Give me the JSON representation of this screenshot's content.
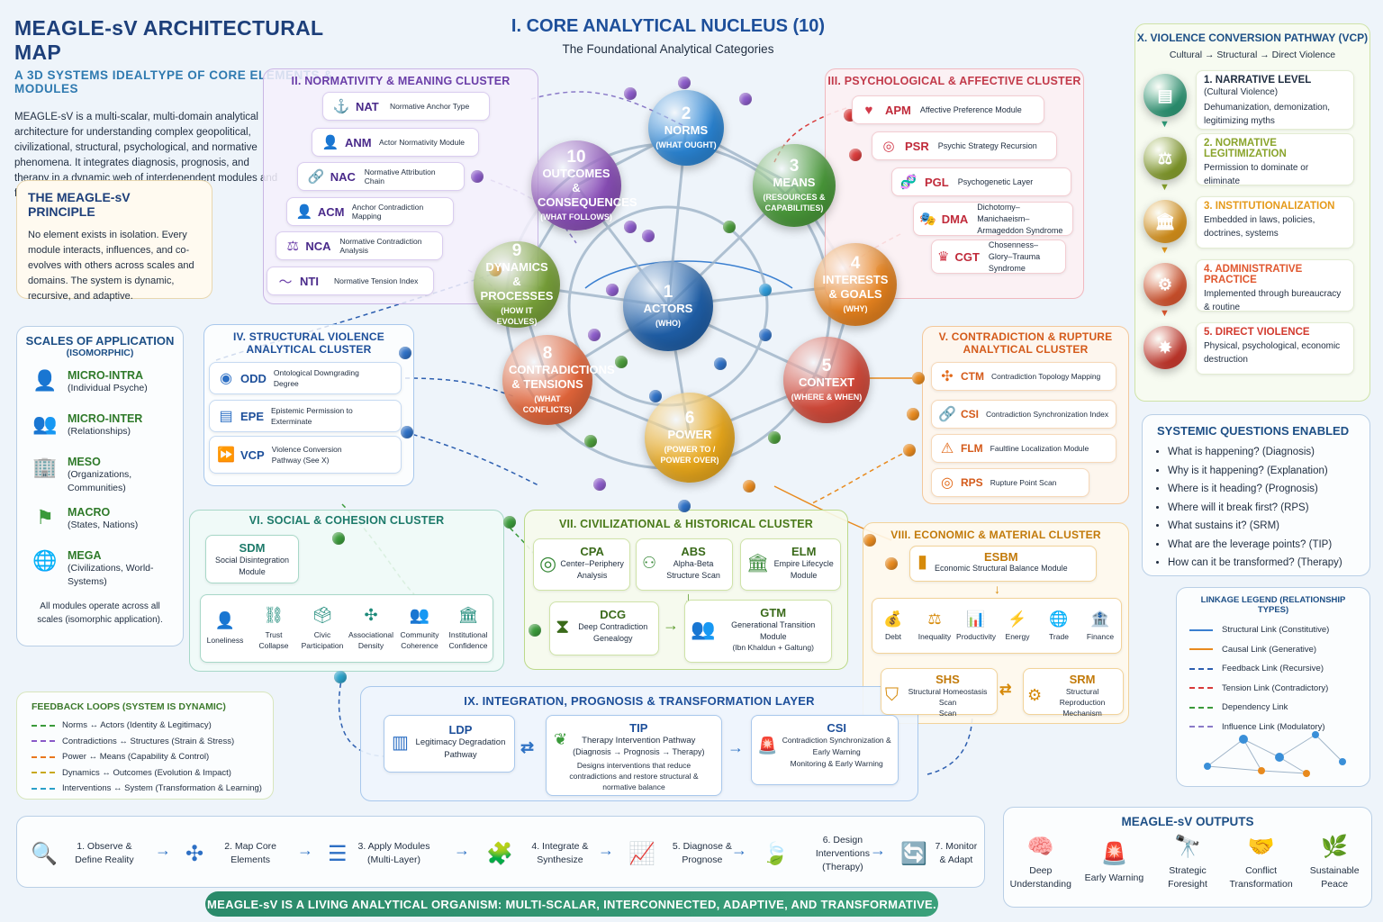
{
  "header": {
    "title": "MEAGLE-sV ARCHITECTURAL MAP",
    "subtitle": "A 3D SYSTEMS IDEALTYPE OF CORE ELEMENTS & MODULES",
    "intro": "MEAGLE-sV is a multi-scalar, multi-domain analytical architecture for understanding complex geopolitical, civilizational, structural, psychological, and normative phenomena. It integrates diagnosis, prognosis, and therapy in a dynamic web of interdependent modules and feedback loops."
  },
  "principle": {
    "title": "THE MEAGLE-sV PRINCIPLE",
    "text": "No element exists in isolation. Every module interacts, influences, and co-evolves with others across scales and domains. The system is dynamic, recursive, and adaptive."
  },
  "scales": {
    "title": "SCALES OF APPLICATION",
    "subtitle": "(ISOMORPHIC)",
    "items": [
      {
        "label": "MICRO-INTRA",
        "desc": "(Individual Psyche)",
        "icon": "person-icon"
      },
      {
        "label": "MICRO-INTER",
        "desc": "(Relationships)",
        "icon": "people-icon"
      },
      {
        "label": "MESO",
        "desc": "(Organizations, Communities)",
        "icon": "buildings-icon"
      },
      {
        "label": "MACRO",
        "desc": "(States, Nations)",
        "icon": "flag-icon"
      },
      {
        "label": "MEGA",
        "desc": "(Civilizations, World-Systems)",
        "icon": "globe-icon"
      }
    ],
    "footer": "All modules operate across all scales (isomorphic application)."
  },
  "core": {
    "title": "I. CORE ANALYTICAL NUCLEUS (10)",
    "subtitle": "The Foundational Analytical Categories",
    "nodes": [
      {
        "num": "1",
        "name": "ACTORS",
        "q": "(WHO)",
        "color": "#1f5fa8"
      },
      {
        "num": "2",
        "name": "NORMS",
        "q": "(WHAT OUGHT)",
        "color": "#2b86d6"
      },
      {
        "num": "3",
        "name": "MEANS",
        "q": "(RESOURCES & CAPABILITIES)",
        "color": "#4a9a3a"
      },
      {
        "num": "4",
        "name": "INTERESTS & GOALS",
        "q": "(WHY)",
        "color": "#e7831f"
      },
      {
        "num": "5",
        "name": "CONTEXT",
        "q": "(WHERE & WHEN)",
        "color": "#d34a3a"
      },
      {
        "num": "6",
        "name": "POWER",
        "q": "(POWER TO / POWER OVER)",
        "color": "#e9a81c"
      },
      {
        "num": "8",
        "name": "CONTRADICTIONS & TENSIONS",
        "q": "(WHAT CONFLICTS)",
        "color": "#e2653a"
      },
      {
        "num": "9",
        "name": "DYNAMICS & PROCESSES",
        "q": "(HOW IT EVOLVES)",
        "color": "#79a23a"
      },
      {
        "num": "10",
        "name": "OUTCOMES & CONSEQUENCES",
        "q": "(WHAT FOLLOWS)",
        "color": "#8a4fb8"
      }
    ]
  },
  "normativity": {
    "title": "II. NORMATIVITY & MEANING CLUSTER",
    "items": [
      {
        "code": "NAT",
        "name": "Normative Anchor Type",
        "icon": "anchor-icon"
      },
      {
        "code": "ANM",
        "name": "Actor Normativity Module",
        "icon": "person-icon"
      },
      {
        "code": "NAC",
        "name": "Normative Attribution Chain",
        "icon": "chain-icon"
      },
      {
        "code": "ACM",
        "name": "Anchor Contradiction Mapping",
        "icon": "person-icon"
      },
      {
        "code": "NCA",
        "name": "Normative Contradiction Analysis",
        "icon": "scales-icon"
      },
      {
        "code": "NTI",
        "name": "Normative Tension Index",
        "icon": "pulse-icon"
      }
    ]
  },
  "psych": {
    "title": "III. PSYCHOLOGICAL & AFFECTIVE CLUSTER",
    "items": [
      {
        "code": "APM",
        "name": "Affective Preference Module",
        "icon": "heart-icon"
      },
      {
        "code": "PSR",
        "name": "Psychic Strategy Recursion",
        "icon": "spiral-icon"
      },
      {
        "code": "PGL",
        "name": "Psychogenetic Layer",
        "icon": "dna-icon"
      },
      {
        "code": "DMA",
        "name": "Dichotomy–Manichaeism–Armageddon Syndrome",
        "icon": "masks-icon"
      },
      {
        "code": "CGT",
        "name": "Chosenness–Glory–Trauma Syndrome",
        "icon": "crown-icon"
      }
    ]
  },
  "structural": {
    "title": "IV. STRUCTURAL VIOLENCE ANALYTICAL CLUSTER",
    "items": [
      {
        "code": "ODD",
        "name": "Ontological Downgrading Degree",
        "icon": "eye-icon"
      },
      {
        "code": "EPE",
        "name": "Epistemic Permission to Exterminate",
        "icon": "chat-icon"
      },
      {
        "code": "VCP",
        "name": "Violence Conversion Pathway (See X)",
        "icon": "fast-forward-icon"
      }
    ]
  },
  "rupture": {
    "title": "V. CONTRADICTION & RUPTURE ANALYTICAL CLUSTER",
    "items": [
      {
        "code": "CTM",
        "name": "Contradiction Topology Mapping",
        "icon": "network-icon"
      },
      {
        "code": "CSI",
        "name": "Contradiction Synchronization Index",
        "icon": "chain-icon"
      },
      {
        "code": "FLM",
        "name": "Faultline Localization Module",
        "icon": "fault-icon"
      },
      {
        "code": "RPS",
        "name": "Rupture Point Scan",
        "icon": "target-icon"
      }
    ]
  },
  "social": {
    "title": "VI. SOCIAL & COHESION CLUSTER",
    "sdm_code": "SDM",
    "sdm_name": "Social Disintegration Module",
    "items": [
      {
        "label": "Loneliness",
        "icon": "person-icon"
      },
      {
        "label": "Trust Collapse",
        "icon": "broken-link-icon"
      },
      {
        "label": "Civic Participation",
        "icon": "ballot-icon"
      },
      {
        "label": "Associational Density",
        "icon": "network-icon"
      },
      {
        "label": "Community Coherence",
        "icon": "people-icon"
      },
      {
        "label": "Institutional Confidence",
        "icon": "institution-icon"
      }
    ]
  },
  "civ": {
    "title": "VII. CIVILIZATIONAL & HISTORICAL CLUSTER",
    "cpa": {
      "code": "CPA",
      "name": "Center–Periphery Analysis"
    },
    "abs": {
      "code": "ABS",
      "name": "Alpha-Beta Structure Scan"
    },
    "elm": {
      "code": "ELM",
      "name": "Empire Lifecycle Module"
    },
    "dcg": {
      "code": "DCG",
      "name": "Deep Contradiction Genealogy"
    },
    "gtm": {
      "code": "GTM",
      "name": "Generational Transition Module",
      "note": "(Ibn Khaldun + Galtung)"
    }
  },
  "econ": {
    "title": "VIII. ECONOMIC & MATERIAL CLUSTER",
    "esbm": {
      "code": "ESBM",
      "name": "Economic Structural Balance Module"
    },
    "items": [
      {
        "label": "Debt",
        "icon": "money-bag-icon"
      },
      {
        "label": "Inequality",
        "icon": "inequality-icon"
      },
      {
        "label": "Productivity",
        "icon": "bar-chart-icon"
      },
      {
        "label": "Energy",
        "icon": "lightning-icon"
      },
      {
        "label": "Trade",
        "icon": "globe-icon"
      },
      {
        "label": "Finance",
        "icon": "bank-icon"
      }
    ],
    "shs": {
      "code": "SHS",
      "name": "Structural Homeostasis Scan",
      "extra": "Scan"
    },
    "srm": {
      "code": "SRM",
      "name": "Structural Reproduction Mechanism"
    }
  },
  "integration": {
    "title": "IX. INTEGRATION, PROGNOSIS & TRANSFORMATION LAYER",
    "ldp": {
      "code": "LDP",
      "name": "Legitimacy Degradation Pathway"
    },
    "tip": {
      "code": "TIP",
      "name": "Therapy Intervention Pathway",
      "sub": "(Diagnosis → Prognosis → Therapy)",
      "desc": "Designs interventions that reduce contradictions and restore structural & normative balance"
    },
    "csi": {
      "code": "CSI",
      "name": "Contradiction Synchronization & Early Warning",
      "sub": "Monitoring & Early Warning"
    }
  },
  "vcp": {
    "title": "X. VIOLENCE CONVERSION PATHWAY (VCP)",
    "subtitle": "Cultural → Structural → Direct Violence",
    "steps": [
      {
        "title": "1. NARRATIVE LEVEL",
        "sub": "(Cultural Violence)",
        "desc": "Dehumanization, demonization, legitimizing myths",
        "color": "#2e9e7a"
      },
      {
        "title": "2. NORMATIVE LEGITIMIZATION",
        "sub": "",
        "desc": "Permission to dominate or eliminate",
        "color": "#8aa42c"
      },
      {
        "title": "3. INSTITUTIONALIZATION",
        "sub": "",
        "desc": "Embedded in laws, policies, doctrines, systems",
        "color": "#e59a1a"
      },
      {
        "title": "4. ADMINISTRATIVE PRACTICE",
        "sub": "",
        "desc": "Implemented through bureaucracy & routine",
        "color": "#e0572f"
      },
      {
        "title": "5. DIRECT VIOLENCE",
        "sub": "",
        "desc": "Physical, psychological, economic destruction",
        "color": "#d23a2e"
      }
    ]
  },
  "questions": {
    "title": "SYSTEMIC QUESTIONS ENABLED",
    "items": [
      "What is happening? (Diagnosis)",
      "Why is it happening? (Explanation)",
      "Where is it heading? (Prognosis)",
      "Where will it break first? (RPS)",
      "What sustains it? (SRM)",
      "What are the leverage points? (TIP)",
      "How can it be transformed? (Therapy)"
    ]
  },
  "legend": {
    "title": "LINKAGE LEGEND (RELATIONSHIP TYPES)",
    "items": [
      {
        "label": "Structural Link (Constitutive)",
        "color": "#3a7fd0",
        "dash": false
      },
      {
        "label": "Causal Link (Generative)",
        "color": "#e88a1e",
        "dash": false
      },
      {
        "label": "Feedback Link (Recursive)",
        "color": "#2d5fb0",
        "dash": true
      },
      {
        "label": "Tension Link (Contradictory)",
        "color": "#d83a3a",
        "dash": true
      },
      {
        "label": "Dependency Link",
        "color": "#3a9a3a",
        "dash": true
      },
      {
        "label": "Influence Link (Modulatory)",
        "color": "#8a7ac8",
        "dash": true
      }
    ]
  },
  "feedback": {
    "title": "FEEDBACK LOOPS (SYSTEM IS DYNAMIC)",
    "items": [
      {
        "label": "Norms ↔ Actors (Identity & Legitimacy)",
        "color": "#3a9a3a"
      },
      {
        "label": "Contradictions ↔ Structures (Strain & Stress)",
        "color": "#8a5ac8"
      },
      {
        "label": "Power ↔ Means (Capability & Control)",
        "color": "#e8771e"
      },
      {
        "label": "Dynamics ↔ Outcomes (Evolution & Impact)",
        "color": "#c8a81e"
      },
      {
        "label": "Interventions ↔ System (Transformation & Learning)",
        "color": "#2aa0c8"
      }
    ]
  },
  "process": {
    "steps": [
      {
        "label": "1. Observe & Define Reality",
        "icon": "magnifier-icon"
      },
      {
        "label": "2. Map Core Elements",
        "icon": "network-icon"
      },
      {
        "label": "3. Apply Modules (Multi-Layer)",
        "icon": "layers-icon"
      },
      {
        "label": "4. Integrate & Synthesize",
        "icon": "puzzle-icon"
      },
      {
        "label": "5. Diagnose & Prognose",
        "icon": "trend-chart-icon"
      },
      {
        "label": "6. Design Interventions (Therapy)",
        "icon": "leaf-icon"
      },
      {
        "label": "7. Monitor & Adapt",
        "icon": "cycle-icon"
      }
    ]
  },
  "outputs": {
    "title": "MEAGLE-sV OUTPUTS",
    "items": [
      {
        "label": "Deep Understanding",
        "icon": "brain-head-icon"
      },
      {
        "label": "Early Warning",
        "icon": "siren-icon"
      },
      {
        "label": "Strategic Foresight",
        "icon": "binoculars-icon"
      },
      {
        "label": "Conflict Transformation",
        "icon": "handshake-icon"
      },
      {
        "label": "Sustainable Peace",
        "icon": "olive-branch-icon"
      }
    ]
  },
  "footer": {
    "banner": "MEAGLE-sV IS A LIVING ANALYTICAL ORGANISM: MULTI-SCALAR, INTERCONNECTED, ADAPTIVE, AND TRANSFORMATIVE."
  }
}
